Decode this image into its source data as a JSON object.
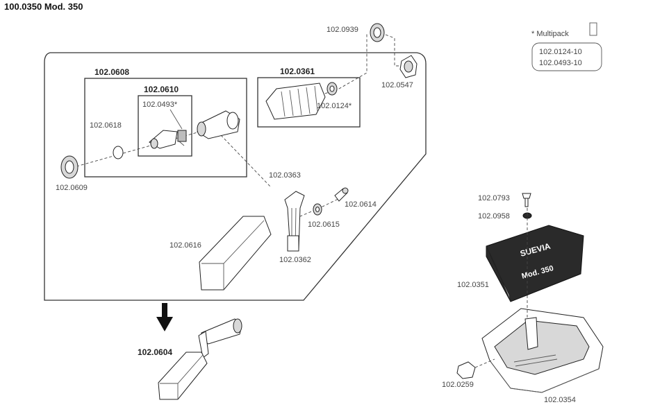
{
  "title": "100.0350 Mod. 350",
  "multipack": {
    "heading": "* Multipack",
    "items": [
      "102.0124-10",
      "102.0493-10"
    ]
  },
  "groups": {
    "g0608": "102.0608",
    "g0610": "102.0610",
    "g0361": "102.0361"
  },
  "parts": {
    "p0939": "102.0939",
    "p0547": "102.0547",
    "p0493": "102.0493*",
    "p0124": "102.0124*",
    "p0618": "102.0618",
    "p0609": "102.0609",
    "p0363": "102.0363",
    "p0614": "102.0614",
    "p0615": "102.0615",
    "p0616": "102.0616",
    "p0362": "102.0362",
    "p0604": "102.0604",
    "p0793": "102.0793",
    "p0958": "102.0958",
    "p0351": "102.0351",
    "p0259": "102.0259",
    "p0354": "102.0354"
  },
  "cover_text": {
    "line1": "SUEVIA",
    "line2": "Mod. 350"
  }
}
